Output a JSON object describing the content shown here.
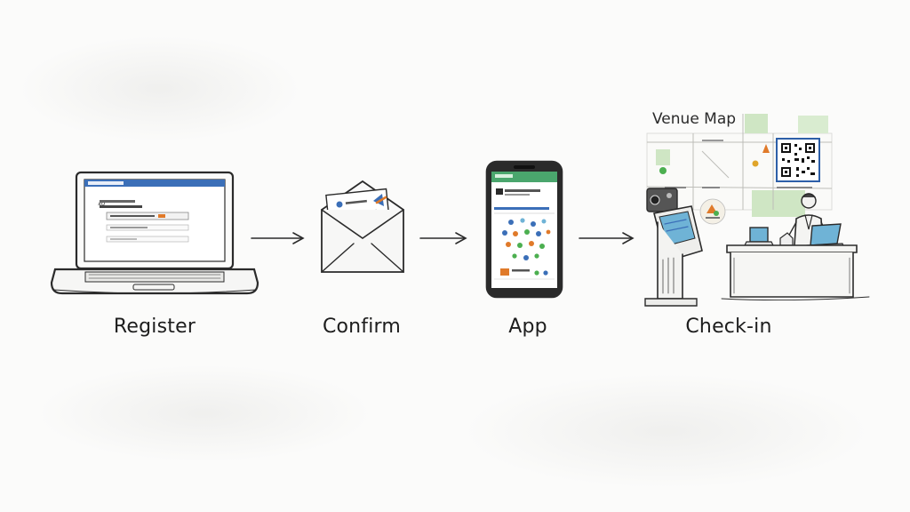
{
  "steps": [
    {
      "label": "Register"
    },
    {
      "label": "Confirm"
    },
    {
      "label": "App"
    },
    {
      "label": "Check-in"
    }
  ],
  "venue_map": {
    "title": "Venue Map"
  },
  "colors": {
    "ink": "#2b2b2b",
    "screen_blue": "#3b6fb8",
    "accent_orange": "#e07a2a",
    "accent_green": "#4caf50",
    "map_green": "#cfe6c4",
    "qr_blue": "#2d5fa8",
    "kiosk_screen": "#6fb3d6"
  }
}
